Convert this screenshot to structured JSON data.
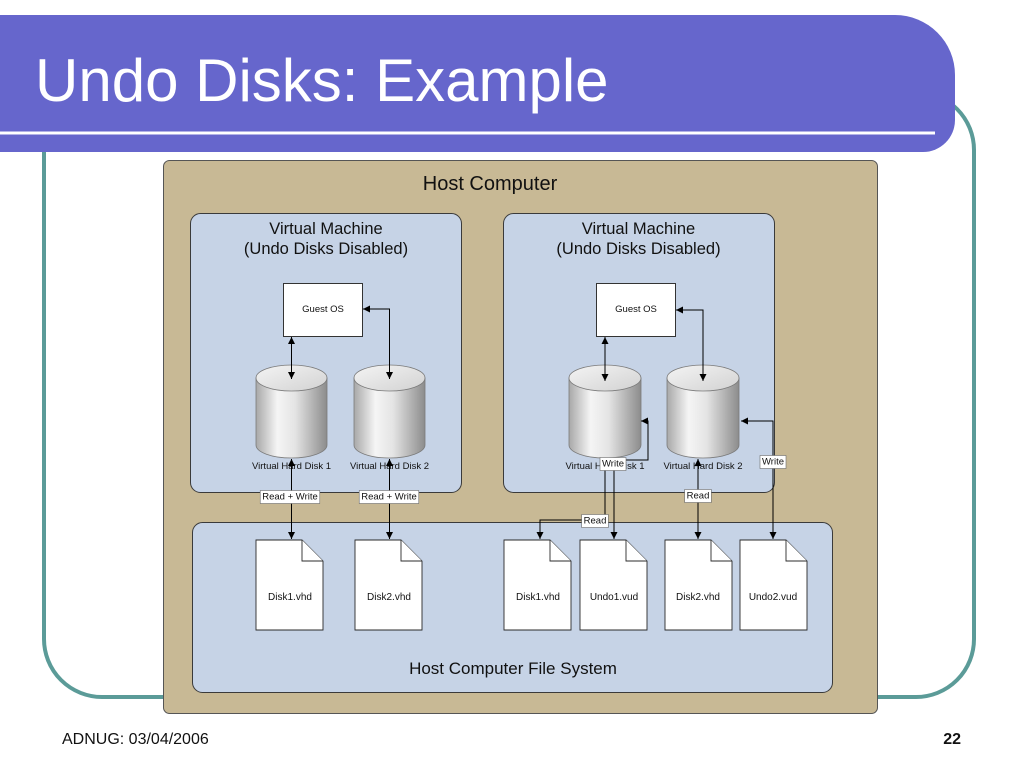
{
  "slide": {
    "title": "Undo Disks: Example",
    "footer_left": "ADNUG: 03/04/2006",
    "page_number": "22"
  },
  "diagram": {
    "host_title": "Host Computer",
    "vm_left": {
      "title_line1": "Virtual Machine",
      "title_line2": "(Undo Disks Disabled)",
      "guest_os": "Guest OS",
      "disk1_label": "Virtual Hard Disk 1",
      "disk2_label": "Virtual Hard Disk 2",
      "disk1_link_label": "Read + Write",
      "disk2_link_label": "Read + Write"
    },
    "vm_right": {
      "title_line1": "Virtual Machine",
      "title_line2": "(Undo Disks Disabled)",
      "guest_os": "Guest OS",
      "disk1_label": "Virtual Hard Disk 1",
      "disk2_label": "Virtual Hard Disk 2",
      "disk1_write_label": "Write",
      "disk1_read_label": "Read",
      "disk2_read_label": "Read",
      "disk2_write_label": "Write"
    },
    "file_system": {
      "title": "Host Computer File System",
      "files": [
        "Disk1.vhd",
        "Disk2.vhd",
        "Disk1.vhd",
        "Undo1.vud",
        "Disk2.vhd",
        "Undo2.vud"
      ]
    }
  },
  "colors": {
    "title_band": "#6666CC",
    "title_text": "#FFFFFF",
    "frame": "#5B9B98",
    "host_box": "#C8B995",
    "vm_box": "#C6D3E6",
    "file_system_box": "#C6D3E6"
  }
}
